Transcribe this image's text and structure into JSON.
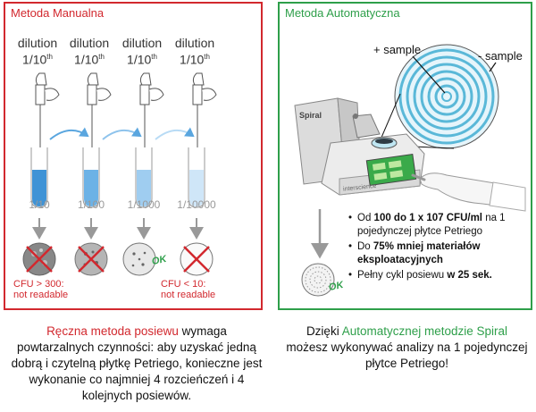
{
  "manual": {
    "title": "Metoda Manualna",
    "dilution_word": "dilution",
    "dilution_base": "1/10",
    "dilution_sup": "th",
    "ratios": [
      "1/10",
      "1/100",
      "1/1000",
      "1/10000"
    ],
    "ok_label": "OK",
    "warn_high_1": "CFU > 300:",
    "warn_high_2": "not readable",
    "warn_low_1": "CFU < 10:",
    "warn_low_2": "not readable"
  },
  "automatic": {
    "title": "Metoda Automatyczna",
    "plus_sample": "+ sample",
    "minus_sample": "- sample",
    "device_brand": "Spiral",
    "device_maker": "interscience",
    "ok_label": "OK",
    "bullets": [
      {
        "pre": "Od ",
        "bold": "100 do 1 x 107 CFU/ml",
        "post": " na 1 pojedynczej płytce Petriego"
      },
      {
        "pre": "Do ",
        "bold": "75% mniej materiałów eksploatacyjnych",
        "post": ""
      },
      {
        "pre": "Pełny cykl posiewu ",
        "bold": "w 25 sek.",
        "post": ""
      }
    ]
  },
  "captions": {
    "left_highlight": "Ręczna metoda posiewu",
    "left_rest": " wymaga powtarzalnych czynności: aby uzyskać jedną dobrą i czytelną płytkę Petriego, konieczne jest wykonanie co najmniej 4 rozcieńczeń i 4 kolejnych posiewów.",
    "right_pre": "Dzięki ",
    "right_highlight": "Automatycznej metodzie Spiral",
    "right_rest": " możesz wykonywać analizy na 1 pojedynczej płytce Petriego!"
  },
  "colors": {
    "manual": "#d2282e",
    "automatic": "#2e9f4a",
    "liquid": "#5aa6df"
  }
}
